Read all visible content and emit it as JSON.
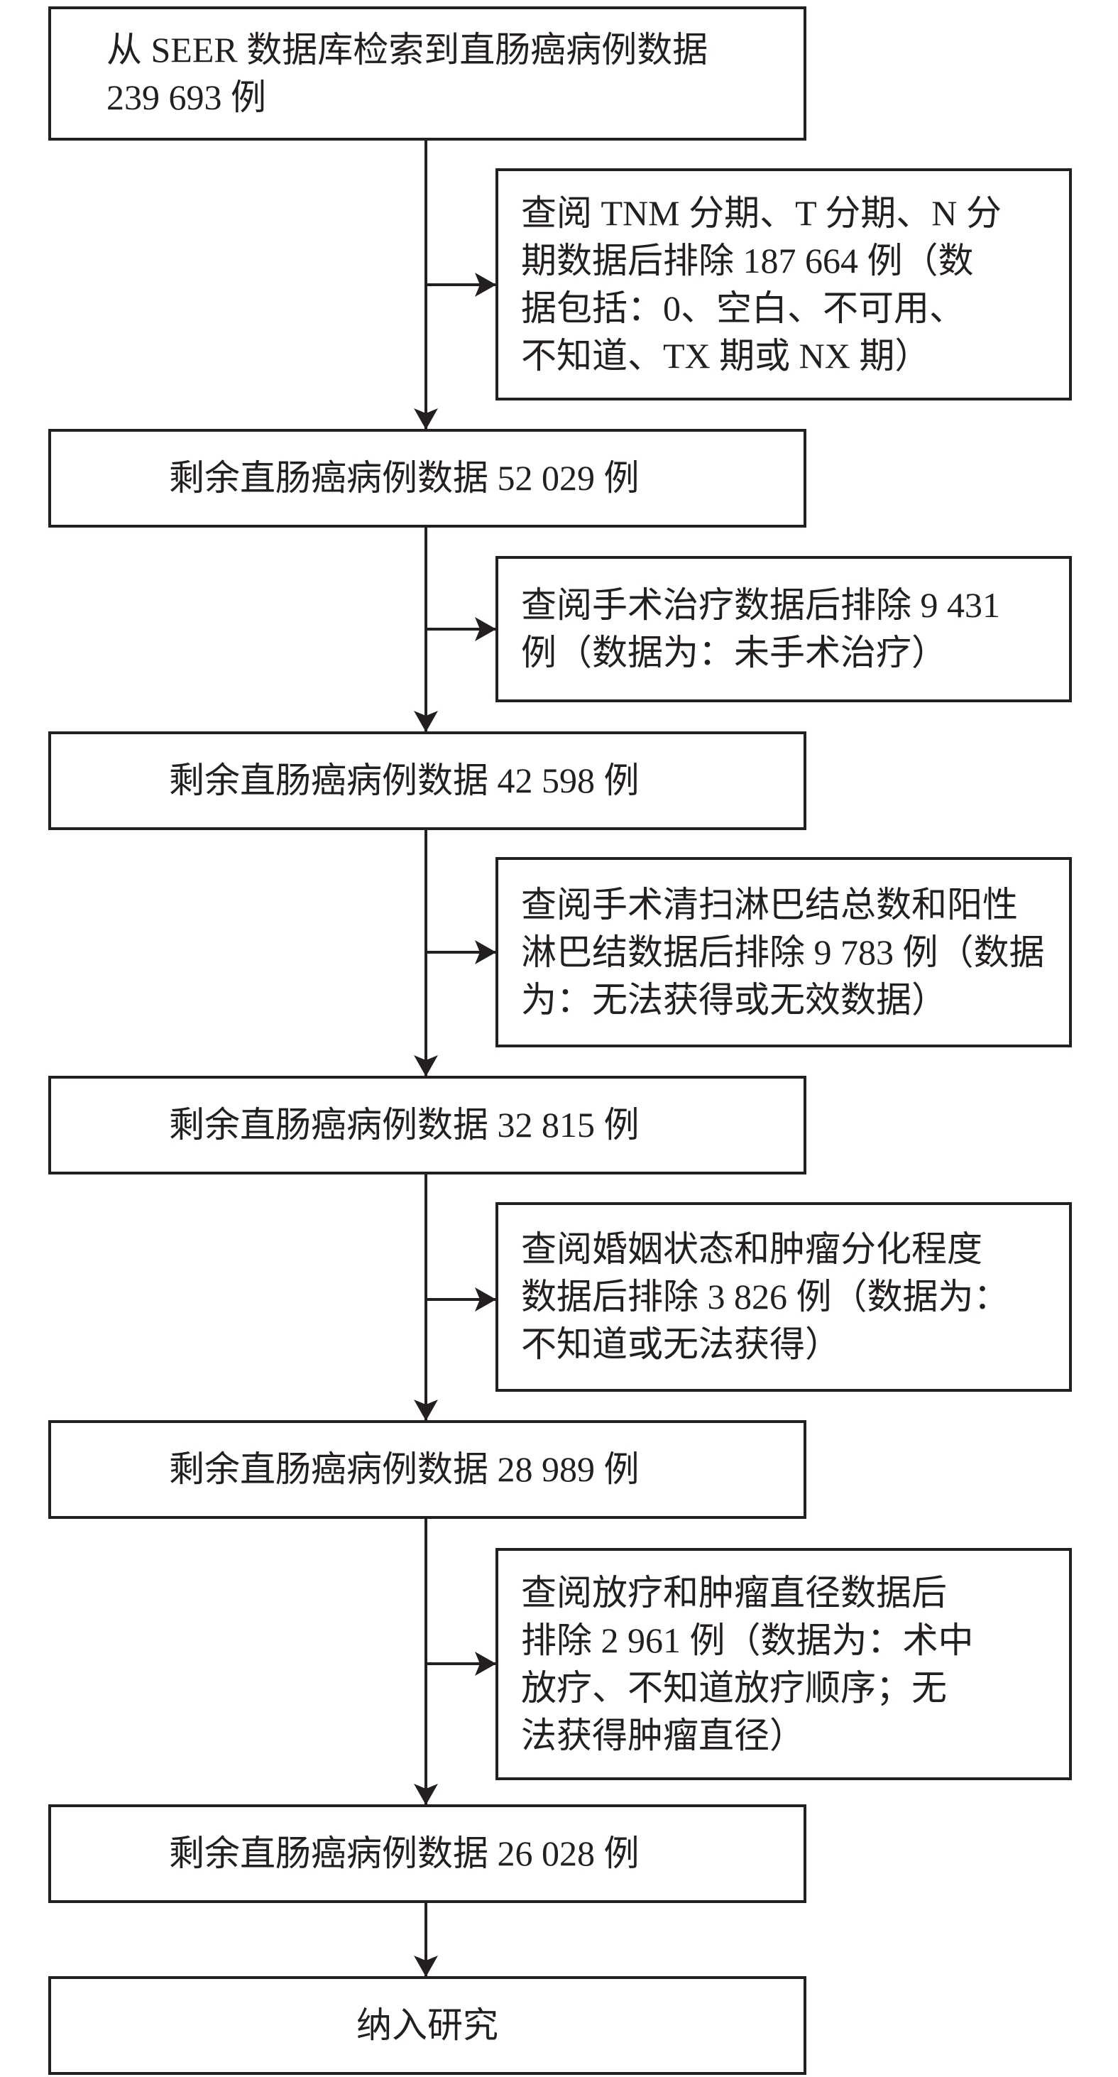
{
  "flowchart": {
    "source": "从 SEER 数据库检索到直肠癌病例数据\n239 693 例",
    "exclusion_1": "查阅 TNM 分期、T 分期、N 分\n期数据后排除 187 664 例（数\n据包括：0、空白、不可用、\n不知道、TX 期或 NX 期）",
    "remaining_1": "剩余直肠癌病例数据 52 029 例",
    "exclusion_2": "查阅手术治疗数据后排除 9 431\n例（数据为：未手术治疗）",
    "remaining_2": "剩余直肠癌病例数据 42 598 例",
    "exclusion_3": "查阅手术清扫淋巴结总数和阳性\n淋巴结数据后排除 9 783 例（数据\n为：无法获得或无效数据）",
    "remaining_3": "剩余直肠癌病例数据 32 815 例",
    "exclusion_4": "查阅婚姻状态和肿瘤分化程度\n数据后排除 3 826 例（数据为：\n不知道或无法获得）",
    "remaining_4": "剩余直肠癌病例数据 28 989 例",
    "exclusion_5": "查阅放疗和肿瘤直径数据后\n排除 2 961 例（数据为：术中\n放疗、不知道放疗顺序；无\n法获得肿瘤直径）",
    "remaining_5": "剩余直肠癌病例数据 26 028 例",
    "final": "纳入研究"
  },
  "colors": {
    "line": "#231f20",
    "background": "#ffffff"
  }
}
